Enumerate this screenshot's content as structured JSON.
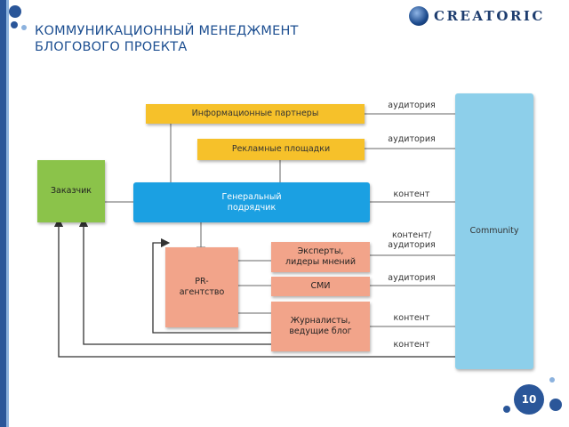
{
  "title_line1": "КОММУНИКАЦИОННЫЙ МЕНЕДЖМЕНТ",
  "title_line2": "БЛОГОВОГО ПРОЕКТА",
  "logo_text": "CREATORIC",
  "page_number": "10",
  "nodes": {
    "partners": "Информационные партнеры",
    "ads": "Рекламные площадки",
    "client": "Заказчик",
    "general_line1": "Генеральный",
    "general_line2": "подрядчик",
    "pr_line1": "PR-",
    "pr_line2": "агентство",
    "experts_line1": "Эксперты,",
    "experts_line2": "лидеры мнений",
    "media": "СМИ",
    "journalists_line1": "Журналисты,",
    "journalists_line2": "ведущие блог",
    "community": "Community"
  },
  "edge_labels": {
    "partners": "аудитория",
    "ads": "аудитория",
    "general": "контент",
    "experts_line1": "контент/",
    "experts_line2": "аудитория",
    "media": "аудитория",
    "journalists": "контент",
    "bottom": "контент"
  },
  "colors": {
    "accent": "#2a5699",
    "orange": "#f6c12a",
    "green": "#8bc34a",
    "blue": "#1ba0e2",
    "salmon": "#f2a48a",
    "community": "#8dcfea"
  }
}
